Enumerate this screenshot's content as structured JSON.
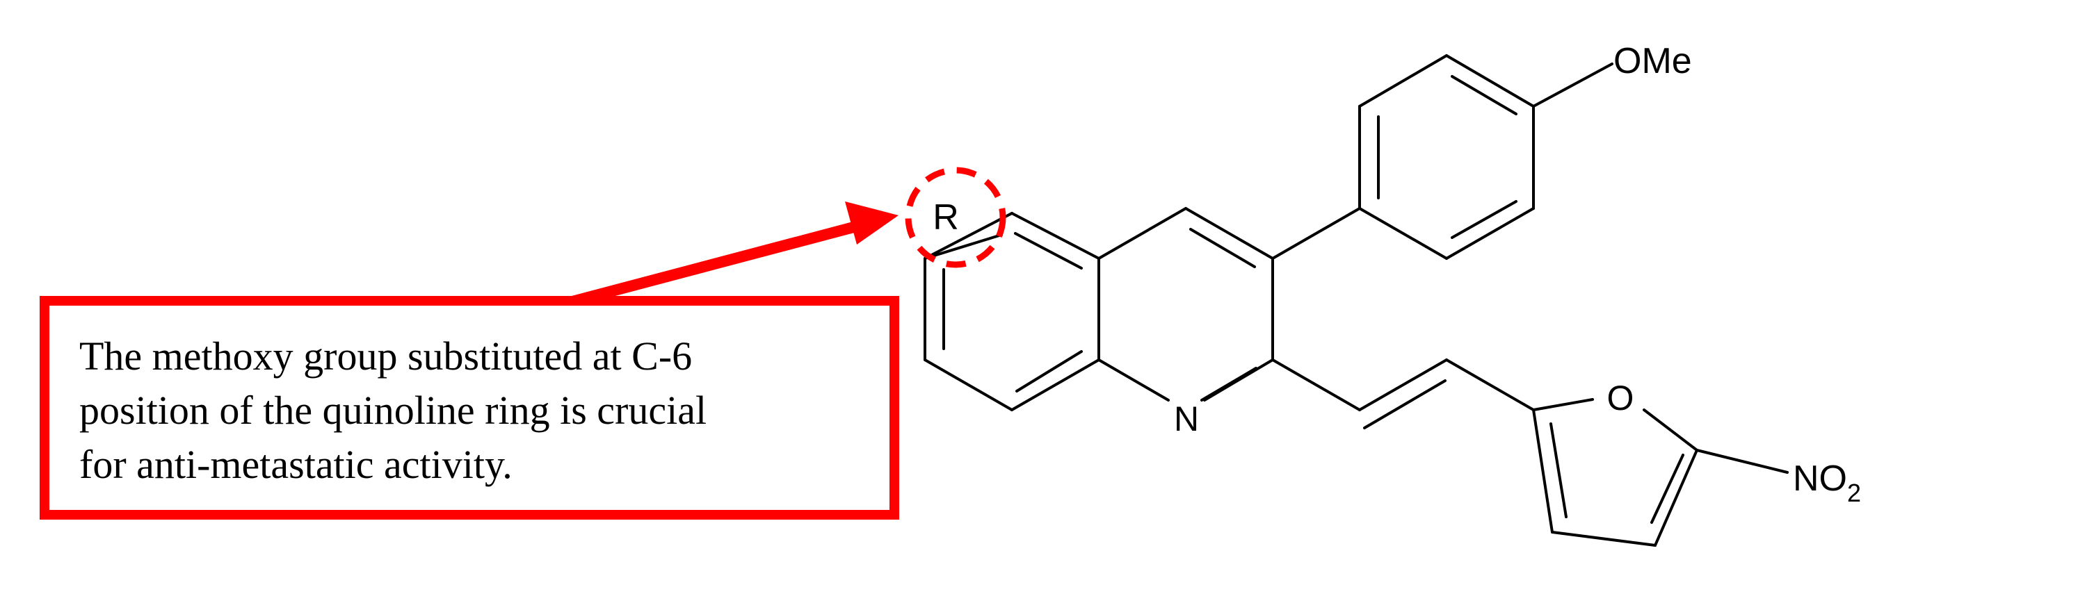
{
  "annotation": {
    "lines": [
      "The methoxy group substituted at C-6",
      "position of the quinoline ring is crucial",
      "for anti-metastatic activity."
    ],
    "highlight_color": "#ff0000"
  },
  "labels": {
    "r_group": "R",
    "methoxy": "OMe",
    "ring_nitrogen": "N",
    "furan_oxygen": "O",
    "nitro_main": "NO",
    "nitro_sub": "2"
  }
}
